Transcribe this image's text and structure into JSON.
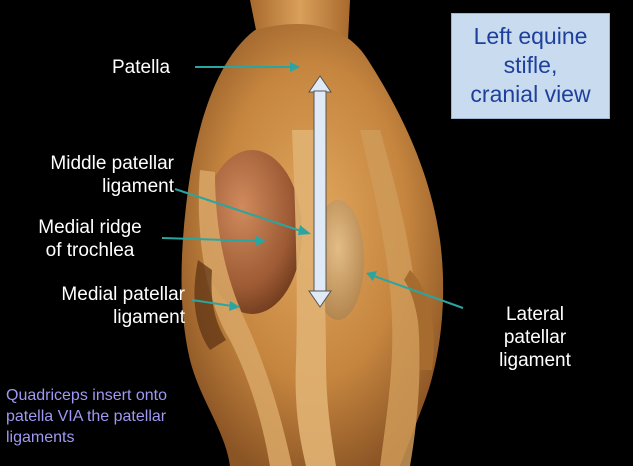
{
  "title": {
    "lines": [
      "Left equine",
      "stifle,",
      "cranial view"
    ],
    "text_color": "#1f3f9c",
    "background": "#c9dcef"
  },
  "labels": {
    "patella": "Patella",
    "middle_patellar_ligament": [
      "Middle patellar",
      "ligament"
    ],
    "medial_ridge_of_trochlea": [
      "Medial ridge",
      "of trochlea"
    ],
    "medial_patellar_ligament": [
      "Medial patellar",
      "ligament"
    ],
    "lateral_patellar_ligament": [
      "Lateral",
      "patellar",
      "ligament"
    ]
  },
  "footnote": {
    "lines": [
      "Quadriceps insert onto",
      "patella VIA the patellar",
      "ligaments"
    ],
    "color": "#9e99f2"
  },
  "colors": {
    "background": "#000000",
    "leader_lines": "#2aa5a0",
    "double_arrow_fill": "#dfeaf6",
    "tissue": "#c98b45"
  }
}
